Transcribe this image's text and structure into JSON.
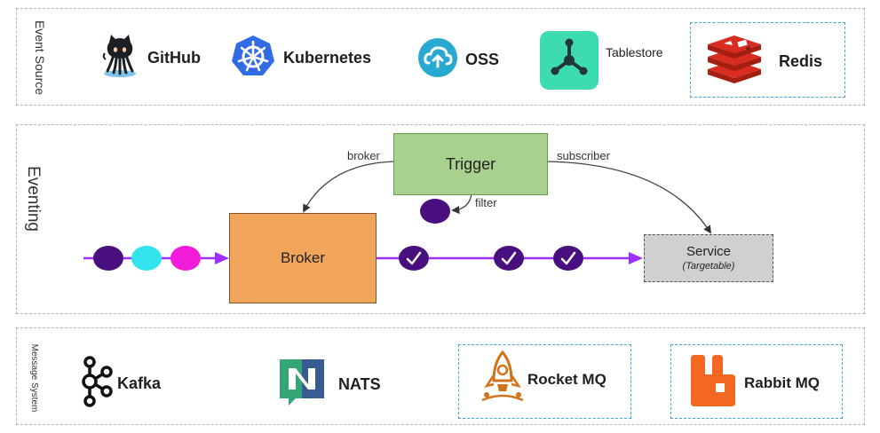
{
  "sections": {
    "event_source": "Event Source",
    "eventing": "Eventing",
    "message_system": "Message System"
  },
  "event_sources": [
    {
      "name": "GitHub",
      "icon": "github-octocat-icon"
    },
    {
      "name": "Kubernetes",
      "icon": "kubernetes-wheel-icon"
    },
    {
      "name": "OSS",
      "icon": "oss-cloud-icon"
    },
    {
      "name": "Tablestore",
      "icon": "tablestore-icon"
    },
    {
      "name": "Redis",
      "icon": "redis-icon"
    }
  ],
  "eventing": {
    "trigger": "Trigger",
    "broker": "Broker",
    "service": "Service",
    "service_sub": "(Targetable)",
    "label_broker": "broker",
    "label_subscriber": "subscriber",
    "label_filter": "filter"
  },
  "message_systems": [
    {
      "name": "Kafka",
      "icon": "kafka-icon"
    },
    {
      "name": "NATS",
      "icon": "nats-icon"
    },
    {
      "name": "Rocket MQ",
      "icon": "rocketmq-icon"
    },
    {
      "name": "Rabbit MQ",
      "icon": "rabbitmq-icon"
    }
  ],
  "colors": {
    "trigger_fill": "#a9d18e",
    "broker_fill": "#f0a55a",
    "service_fill": "#d0d0d0",
    "event_purple": "#4a0f7f",
    "event_cyan": "#33e3ee",
    "event_magenta": "#f21bd9",
    "flow_line": "#9b30ff",
    "highlight_border": "#3fa7d6"
  }
}
